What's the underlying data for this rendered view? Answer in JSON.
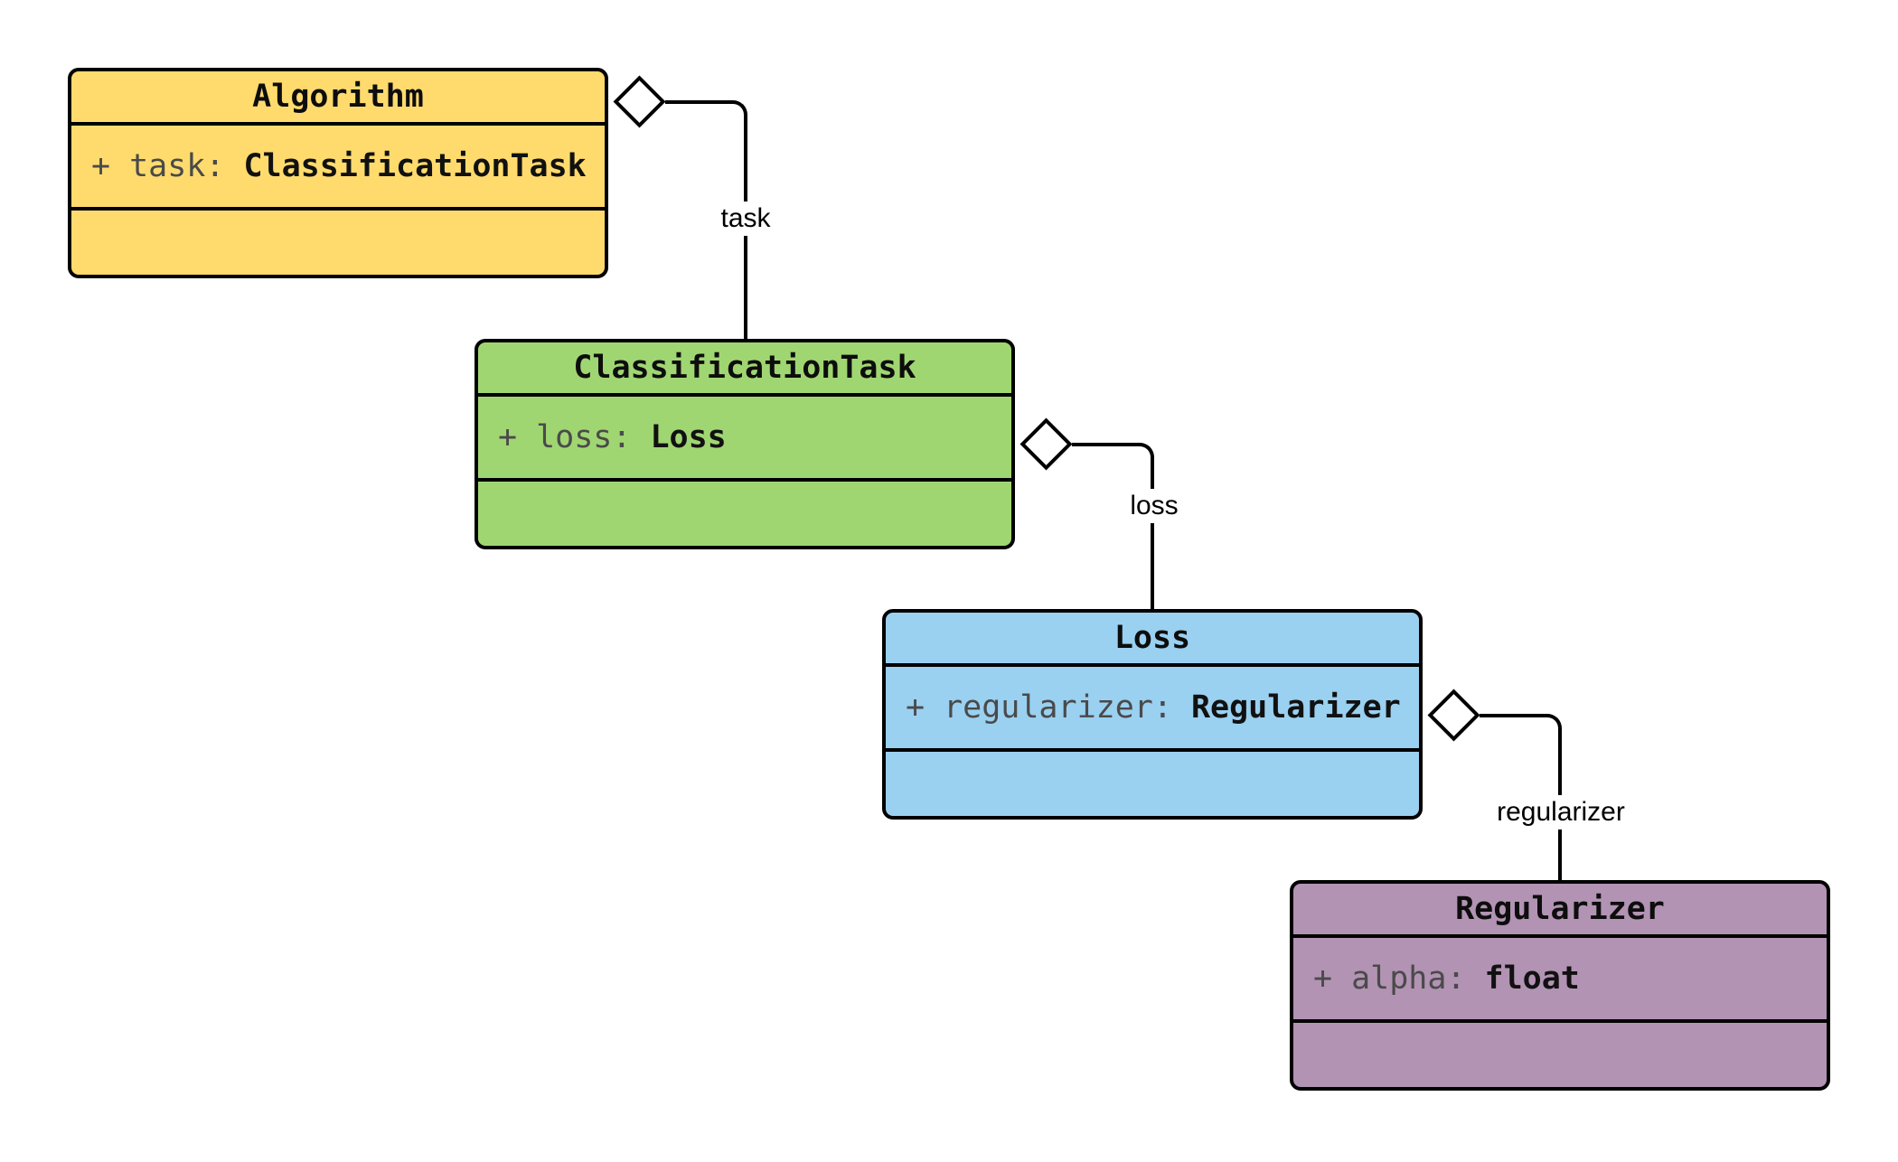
{
  "diagram": {
    "type": "uml-class-diagram",
    "background": "#ffffff",
    "line_color": "#000000",
    "attribute_name_color": "#4a4a4a",
    "syntax": {
      "colon": ":"
    },
    "classes": [
      {
        "name": "Algorithm",
        "fill": "#FFDB6E",
        "attributes": [
          {
            "visibility": "+",
            "name": "task",
            "type": "ClassificationTask"
          }
        ]
      },
      {
        "name": "ClassificationTask",
        "fill": "#A0D672",
        "attributes": [
          {
            "visibility": "+",
            "name": "loss",
            "type": "Loss"
          }
        ]
      },
      {
        "name": "Loss",
        "fill": "#9AD0F0",
        "attributes": [
          {
            "visibility": "+",
            "name": "regularizer",
            "type": "Regularizer"
          }
        ]
      },
      {
        "name": "Regularizer",
        "fill": "#B293B3",
        "attributes": [
          {
            "visibility": "+",
            "name": "alpha",
            "type": "float"
          }
        ]
      }
    ],
    "edges": [
      {
        "label": "task",
        "from": "Algorithm",
        "to": "ClassificationTask",
        "kind": "aggregation"
      },
      {
        "label": "loss",
        "from": "ClassificationTask",
        "to": "Loss",
        "kind": "aggregation"
      },
      {
        "label": "regularizer",
        "from": "Loss",
        "to": "Regularizer",
        "kind": "aggregation"
      }
    ]
  }
}
